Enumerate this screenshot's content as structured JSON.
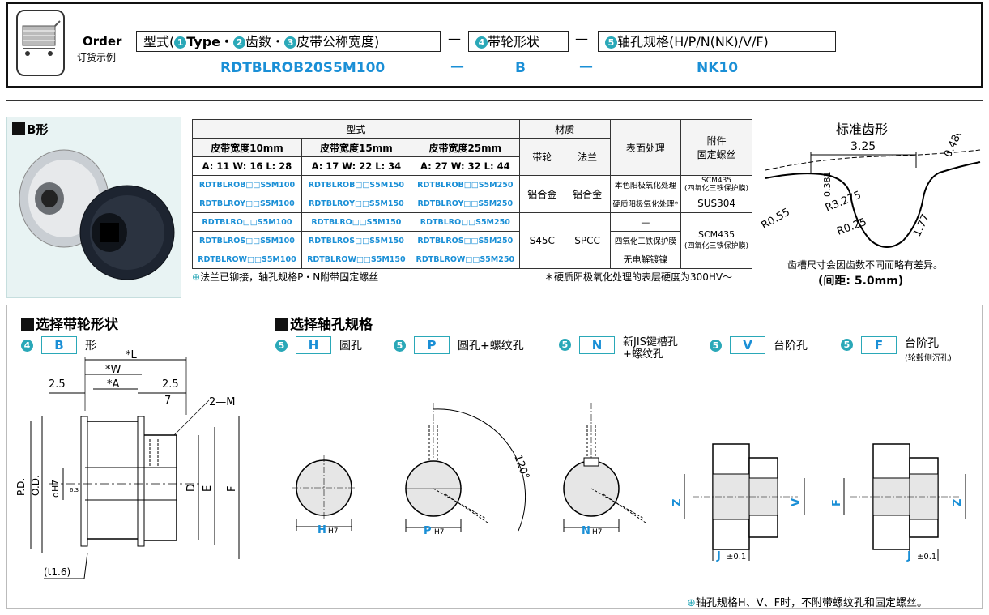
{
  "order": {
    "label": "Order",
    "sublabel": "订货示例",
    "h1_pre": "型式(",
    "h1_n1": "1",
    "h1_t1": "Type・",
    "h1_n2": "2",
    "h1_t2": "齿数・",
    "h1_n3": "3",
    "h1_t3": "皮带公称宽度)",
    "dash": "—",
    "h2_n": "4",
    "h2_t": "带轮形状",
    "h3_n": "5",
    "h3_t": "轴孔规格(H/P/N(NK)/V/F)",
    "v1": "RDTBLROB20S5M100",
    "v2": "B",
    "v3": "NK10"
  },
  "photo_title": "B形",
  "table": {
    "h_type": "型式",
    "h_mat": "材质",
    "h_surface": "表面处理",
    "h_acc": "附件\n固定螺丝",
    "w10": "皮带宽度10mm",
    "w15": "皮带宽度15mm",
    "w25": "皮带宽度25mm",
    "h_pulley": "带轮",
    "h_flange": "法兰",
    "d10": "A: 11 W: 16 L: 28",
    "d15": "A: 17 W: 22 L: 34",
    "d25": "A: 27 W: 32 L: 44",
    "rows": [
      [
        "RDTBLROB□□S5M100",
        "RDTBLROB□□S5M150",
        "RDTBLROB□□S5M250"
      ],
      [
        "RDTBLROY□□S5M100",
        "RDTBLROY□□S5M150",
        "RDTBLROY□□S5M250"
      ],
      [
        "RDTBLRO□□S5M100",
        "RDTBLRO□□S5M150",
        "RDTBLRO□□S5M250"
      ],
      [
        "RDTBLROS□□S5M100",
        "RDTBLROS□□S5M150",
        "RDTBLROS□□S5M250"
      ],
      [
        "RDTBLROW□□S5M100",
        "RDTBLROW□□S5M150",
        "RDTBLROW□□S5M250"
      ]
    ],
    "mat_al_pulley": "铝合金",
    "mat_al_flange": "铝合金",
    "mat_s45c": "S45C",
    "mat_spcc": "SPCC",
    "surf": [
      "本色阳极氧化处理",
      "硬质阳极氧化处理*",
      "—",
      "四氧化三铁保护膜",
      "无电解镀镍"
    ],
    "acc1": "SCM435",
    "acc1b": "(四氧化三铁保护膜)",
    "acc2": "SUS304",
    "acc3": "SCM435",
    "acc3b": "(四氧化三铁保护膜)",
    "note_left": "法兰已铆接，轴孔规格P・N附带固定螺丝",
    "note_right": "＊硬质阳极氧化处理的表层硬度为300HV〜"
  },
  "tooth": {
    "title": "标准齿形",
    "d325": "3.25",
    "d0480": "0.480",
    "d0381": "0.381",
    "r055": "R0.55",
    "r3275": "R3.275",
    "r025": "R0.25",
    "d177": "1.77",
    "note1": "齿槽尺寸会因齿数不同而略有差异。",
    "note2": "(间距: 5.0mm)"
  },
  "shape": {
    "title": "选择带轮形状",
    "n": "4",
    "code": "B",
    "suffix": "形",
    "dims": {
      "L": "*L",
      "W": "*W",
      "A": "*A",
      "d25a": "2.5",
      "d25b": "2.5",
      "d7": "7",
      "m": "2—M",
      "PD": "P.D.",
      "OD": "O.D.",
      "dH7": "dH7",
      "D": "D",
      "E": "E",
      "F": "F",
      "t16": "(t1.6)",
      "r63": "6.3"
    }
  },
  "bore": {
    "title": "选择轴孔规格",
    "opts": [
      {
        "n": "5",
        "code": "H",
        "label": "圆孔"
      },
      {
        "n": "5",
        "code": "P",
        "label": "圆孔+螺纹孔"
      },
      {
        "n": "5",
        "code": "N",
        "label": "新JIS键槽孔\n+螺纹孔"
      },
      {
        "n": "5",
        "code": "V",
        "label": "台阶孔"
      },
      {
        "n": "5",
        "code": "F",
        "label": "台阶孔",
        "sub": "(轮毂侧沉孔)"
      }
    ],
    "lbl_H": "H",
    "lbl_P": "P",
    "lbl_N": "N",
    "h7": "H7",
    "deg": "120°",
    "Z": "Z",
    "V": "V",
    "F": "F",
    "J": "J",
    "tol": "±0.1",
    "footnote": "轴孔规格H、V、F时，不附带螺纹孔和固定螺丝。"
  }
}
